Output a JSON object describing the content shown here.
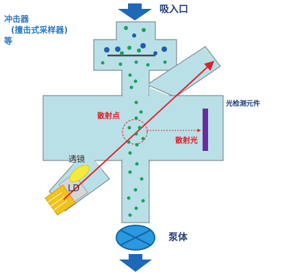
{
  "labels": {
    "inlet": "吸入口",
    "impactor_line1": "冲击器",
    "impactor_line2": "(撞击式采样器)",
    "impactor_line3": "等",
    "scatter_point": "散射点",
    "scattered_light": "散射光",
    "detector": "光检测元件",
    "lens": "透镜",
    "ld": "LD",
    "pump": "泵体"
  },
  "colors": {
    "body_fill": "#b9e0e6",
    "body_stroke": "#808a8e",
    "arrow_blue": "#1e68b8",
    "pump_blue": "#2a9ae0",
    "particle_green": "#14a35a",
    "particle_blue": "#1d5fa8",
    "laser_red": "#e0202a",
    "detector_purple": "#6a2aa0",
    "lens_yellow": "#f3ea3b",
    "ld_gold": "#f0c020"
  }
}
